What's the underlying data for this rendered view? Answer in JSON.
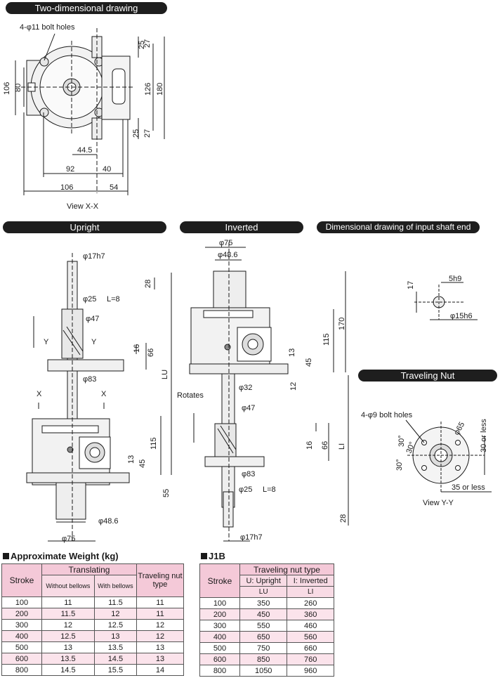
{
  "colors": {
    "header_bg": "#f4c9d8",
    "row_alt": "#fbe3eb",
    "pill_bg": "#1e1e1e"
  },
  "headers": {
    "two_dim": "Two-dimensional drawing",
    "upright": "Upright",
    "inverted": "Inverted",
    "input_shaft": "Dimensional drawing of input shaft end",
    "traveling_nut": "Traveling Nut"
  },
  "top": {
    "bolt_holes": "4-φ11 bolt holes",
    "d25a": "25",
    "d27a": "27",
    "d126": "126",
    "d180": "180",
    "d106v": "106",
    "d80": "80",
    "d25b": "25",
    "d27b": "27",
    "d44_5": "44.5",
    "d92": "92",
    "d40": "40",
    "d106h": "106",
    "d54": "54",
    "view": "View X-X"
  },
  "upright": {
    "d17h7": "φ17h7",
    "d28": "28",
    "d25": "φ25",
    "l8": "L=8",
    "d47": "φ47",
    "y1": "Y",
    "y2": "Y",
    "d16": "16",
    "d66": "66",
    "lu": "LU",
    "d83": "φ83",
    "x1": "X",
    "x2": "X",
    "d115": "115",
    "d13": "13",
    "d45": "45",
    "d55": "55",
    "d48_6": "φ48.6",
    "d75": "φ75"
  },
  "inverted": {
    "d75": "φ75",
    "d48_6": "φ48.6",
    "d170": "170",
    "d115": "115",
    "d13": "13",
    "d45": "45",
    "d12": "12",
    "rotates": "Rotates",
    "d32": "φ32",
    "d47": "φ47",
    "d16": "16",
    "d66": "66",
    "li": "LI",
    "d83": "φ83",
    "d25": "φ25",
    "l8": "L=8",
    "d28": "28",
    "d17h7": "φ17h7"
  },
  "shaft_end": {
    "d5h9": "5h9",
    "d17": "17",
    "d15h6": "φ15h6"
  },
  "nut": {
    "bolt_holes": "4-φ9 bolt holes",
    "d65": "φ65",
    "a30a": "30°",
    "a30b": "30°",
    "a30c": "30°",
    "d30less": "30 or less",
    "d35less": "35 or less",
    "view": "View Y-Y"
  },
  "weight": {
    "title": "Approximate Weight (kg)",
    "col_stroke": "Stroke",
    "col_translating": "Translating",
    "col_without": "Without bellows",
    "col_with": "With bellows",
    "col_traveling": "Traveling nut type",
    "rows": [
      [
        "100",
        "11",
        "11.5",
        "11"
      ],
      [
        "200",
        "11.5",
        "12",
        "11"
      ],
      [
        "300",
        "12",
        "12.5",
        "12"
      ],
      [
        "400",
        "12.5",
        "13",
        "12"
      ],
      [
        "500",
        "13",
        "13.5",
        "13"
      ],
      [
        "600",
        "13.5",
        "14.5",
        "13"
      ],
      [
        "800",
        "14.5",
        "15.5",
        "14"
      ]
    ]
  },
  "j1b": {
    "title": "J1B",
    "col_stroke": "Stroke",
    "col_type": "Traveling nut type",
    "col_upright": "U: Upright",
    "col_inverted": "I: Inverted",
    "col_lu": "LU",
    "col_li": "LI",
    "rows": [
      [
        "100",
        "350",
        "260"
      ],
      [
        "200",
        "450",
        "360"
      ],
      [
        "300",
        "550",
        "460"
      ],
      [
        "400",
        "650",
        "560"
      ],
      [
        "500",
        "750",
        "660"
      ],
      [
        "600",
        "850",
        "760"
      ],
      [
        "800",
        "1050",
        "960"
      ]
    ]
  }
}
